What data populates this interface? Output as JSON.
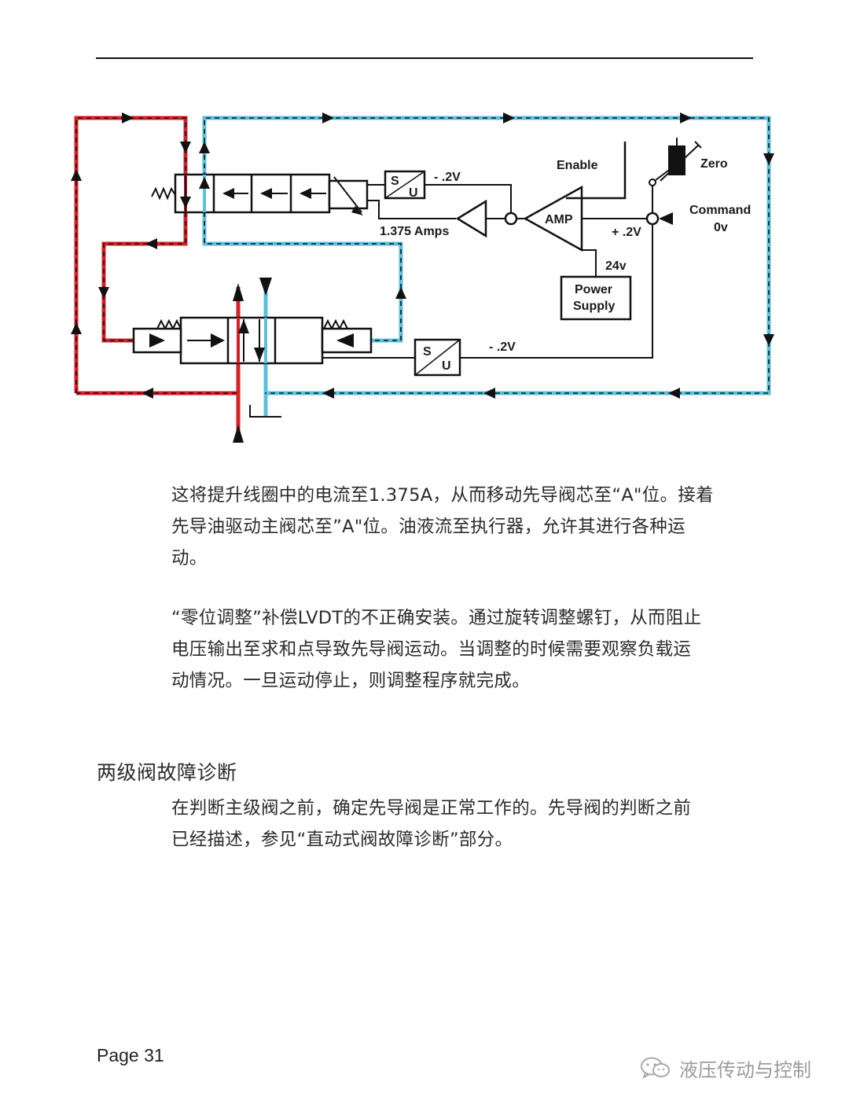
{
  "diagram": {
    "labels": {
      "enable": "Enable",
      "zero": "Zero",
      "command": "Command",
      "command_level": "0v",
      "amp": "AMP",
      "power_supply_line1": "Power",
      "power_supply_line2": "Supply",
      "supply_voltage": "24v",
      "pilot_feedback_voltage": "- .2V",
      "main_feedback_voltage": "- .2V",
      "command_voltage": "+ .2V",
      "coil_current": "1.375 Amps",
      "lvdt_s": "S",
      "lvdt_u": "U"
    },
    "colors": {
      "pressure_line": "#d62027",
      "return_line": "#5bc0e0",
      "outline": "#111111"
    }
  },
  "paragraphs": {
    "p1_line1": "这将提升线圈中的电流至1.375A，从而移动先导阀芯至“A\"位。接着",
    "p1_line2": "先导油驱动主阀芯至”A\"位。油液流至执行器，允许其进行各种运",
    "p1_line3": "动。",
    "p2_line1": "“零位调整”补偿LVDT的不正确安装。通过旋转调整螺钉，从而阻止",
    "p2_line2": "电压输出至求和点导致先导阀运动。当调整的时候需要观察负载运",
    "p2_line3": "动情况。一旦运动停止，则调整程序就完成。",
    "p3_line1": "在判断主级阀之前，确定先导阀是正常工作的。先导阀的判断之前",
    "p3_line2": "已经描述，参见“直动式阀故障诊断”部分。"
  },
  "section_heading": "两级阀故障诊断",
  "footer": {
    "page_label": "Page 31",
    "watermark_text": "液压传动与控制",
    "watermark_icon": "wechat-icon"
  }
}
